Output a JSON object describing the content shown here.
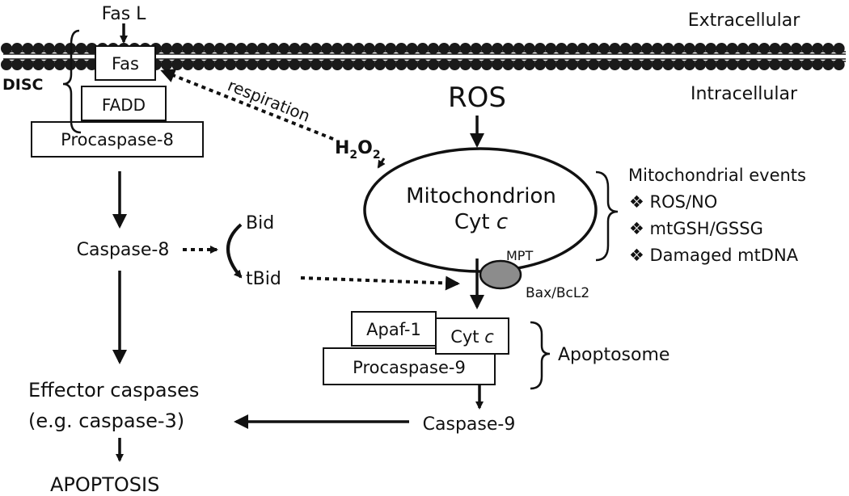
{
  "labels": {
    "fas_l": "Fas L",
    "extracellular": "Extracellular",
    "intracellular": "Intracellular",
    "fas": "Fas",
    "fadd": "FADD",
    "disc": "DISC",
    "procaspase8": "Procaspase-8",
    "respiration": "respiration",
    "h2o2_main": "H",
    "h2o2_sub1": "2",
    "h2o2_o": "O",
    "h2o2_sub2": "2",
    "ros": "ROS",
    "mitochondrion": "Mitochondrion",
    "cytc_mito_prefix": "Cyt ",
    "cytc_mito_italic": "c",
    "mito_events_title": "Mitochondrial events",
    "mito_events": [
      "❖ ROS/NO",
      "❖ mtGSH/GSSG",
      "❖ Damaged mtDNA"
    ],
    "bid": "Bid",
    "tbid": "tBid",
    "caspase8": "Caspase-8",
    "mpt": "MPT",
    "bax_bcl2": "Bax/BcL2",
    "apaf1": "Apaf-1",
    "cytc_apo_prefix": "Cyt ",
    "cytc_apo_italic": "c",
    "procaspase9": "Procaspase-9",
    "apoptosome": "Apoptosome",
    "effector_line1": "Effector caspases",
    "effector_line2": "(e.g. caspase-3)",
    "caspase9": "Caspase-9",
    "apoptosis": "APOPTOSIS"
  },
  "colors": {
    "ink": "#111111",
    "membrane": "#1a1a1a",
    "bax_fill": "#8c8c8c",
    "background": "#ffffff"
  }
}
